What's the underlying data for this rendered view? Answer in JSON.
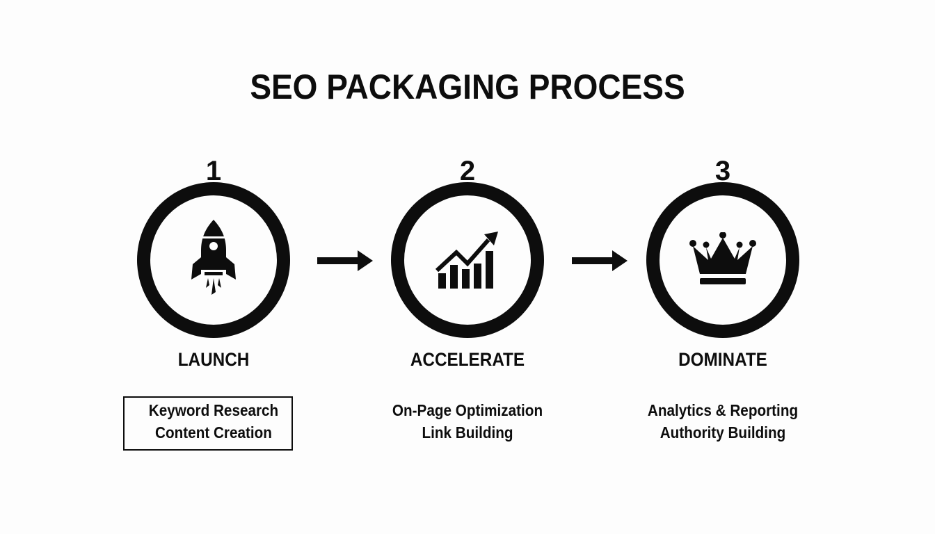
{
  "title": "SEO PACKAGING PROCESS",
  "colors": {
    "foreground": "#0d0d0d",
    "background": "#fdfdfd"
  },
  "steps": [
    {
      "number": "1",
      "icon": "rocket-icon",
      "label": "LAUNCH",
      "items": [
        "Keyword Research",
        "Content Creation"
      ],
      "boxed": true
    },
    {
      "number": "2",
      "icon": "growth-chart-icon",
      "label": "ACCELERATE",
      "items": [
        "On-Page Optimization",
        "Link Building"
      ],
      "boxed": false
    },
    {
      "number": "3",
      "icon": "crown-icon",
      "label": "DOMINATE",
      "items": [
        "Analytics & Reporting",
        "Authority Building"
      ],
      "boxed": false
    }
  ],
  "connectors": [
    "arrow-right-icon",
    "arrow-right-icon"
  ]
}
